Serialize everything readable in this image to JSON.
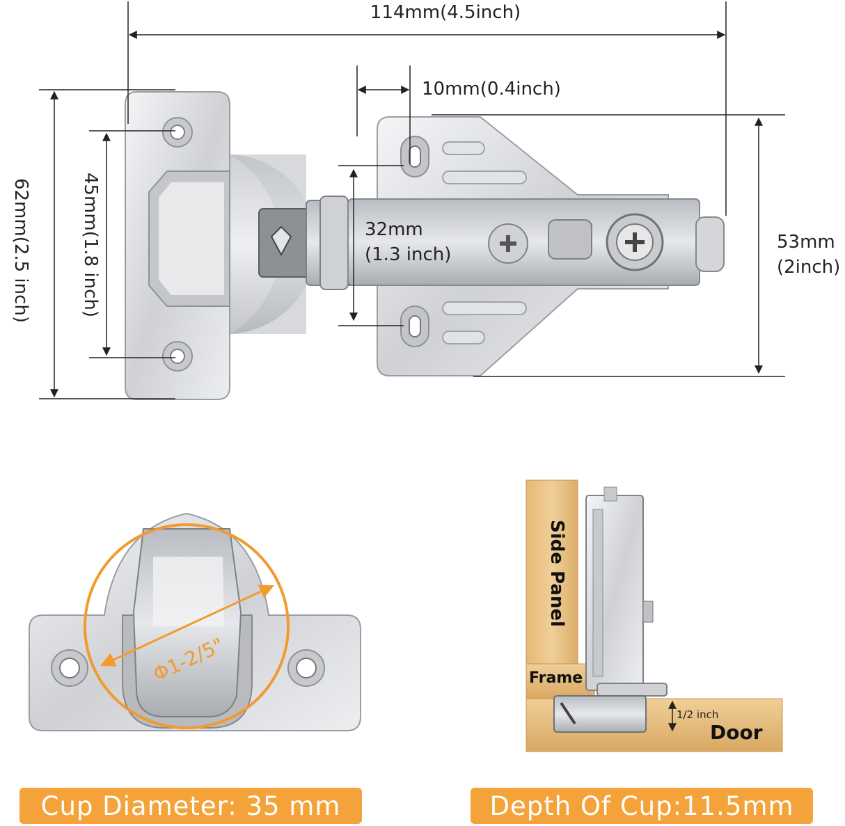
{
  "dimensions": {
    "overall_length": "114mm(4.5inch)",
    "offset": "10mm(0.4inch)",
    "plate_height": "62mm(2.5 inch)",
    "hole_spacing": "45mm(1.8 inch)",
    "arm_width_mm": "32mm",
    "arm_width_inch": "(1.3 inch)",
    "mount_height_mm": "53mm",
    "mount_height_inch": "(2inch)"
  },
  "cup_detail": {
    "diameter_label": "Φ1-2/5\"",
    "banner": "Cup Diameter: 35 mm"
  },
  "install_detail": {
    "side_panel": "Side Panel",
    "frame": "Frame",
    "door": "Door",
    "overlay": "1/2 inch",
    "banner": "Depth Of Cup:11.5mm"
  },
  "colors": {
    "banner": "#f3a33a",
    "accent": "#f29a2e",
    "wood": "#e9c288",
    "metal": "#d9dadd"
  }
}
